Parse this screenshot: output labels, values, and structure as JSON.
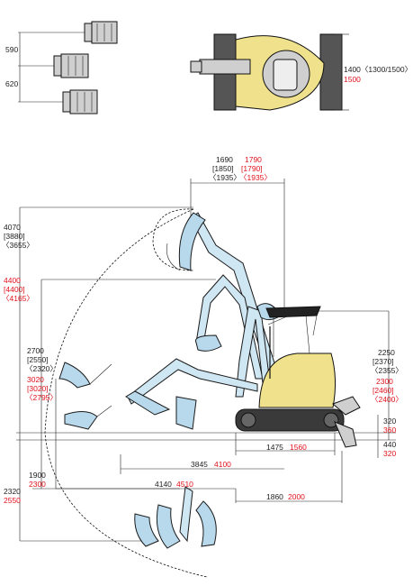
{
  "top_views": {
    "dim_590": "590",
    "dim_620": "620",
    "width_main": "1400〈1300/1500〉",
    "width_red": "1500"
  },
  "reach_top": {
    "l1": "1690",
    "l1_red": "1790",
    "l2": "[1850]",
    "l2_red": "[1790]",
    "l3": "〈1935〉",
    "l3_red": "〈1935〉"
  },
  "max_height": {
    "l1": "4070",
    "l2": "[3880]",
    "l3": "〈3655〉",
    "r1": "4400",
    "r2": "[4400]",
    "r3": "〈4165〉"
  },
  "dump_height": {
    "l1": "2700",
    "l2": "[2550]",
    "l3": "〈2320〉",
    "r1": "3020",
    "r2": "[3020]",
    "r3": "〈2795〉"
  },
  "cab_height": {
    "l1": "2250",
    "l2": "[2370]",
    "l3": "〈2355〉",
    "r1": "2300",
    "r2": "[2460]",
    "r3": "〈2400〉"
  },
  "blade": {
    "lift": "320",
    "lift_red": "360",
    "depth": "440",
    "depth_red": "320"
  },
  "track": {
    "len": "1475",
    "len_red": "1560"
  },
  "horizontal": {
    "a": "3845",
    "a_red": "4100",
    "b": "4140",
    "b_red": "4510",
    "c": "1860",
    "c_red": "2000"
  },
  "depth": {
    "d1": "1900",
    "d1_red": "2300",
    "d2": "2320",
    "d2_red": "2550"
  }
}
